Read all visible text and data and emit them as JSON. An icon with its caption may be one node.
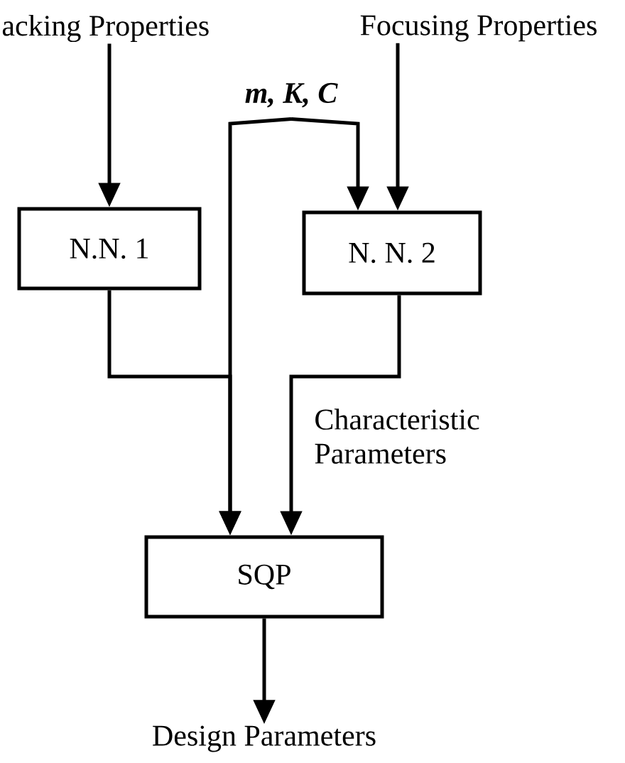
{
  "diagram": {
    "nodes": [
      {
        "text": [
          "acking Properties"
        ]
      },
      {
        "text": [
          "Focusing Properties"
        ]
      },
      {
        "text": [
          "m, K, C"
        ]
      },
      {
        "text": [
          "N.N. 1"
        ]
      },
      {
        "text": [
          "N. N. 2"
        ]
      },
      {
        "text": [
          "SQP"
        ]
      },
      {
        "text": [
          "Design Parameters"
        ]
      }
    ],
    "edges": [
      {
        "from": 0,
        "to": 3,
        "arrow": "to"
      },
      {
        "from": 2,
        "to": 4,
        "arrow": "to"
      },
      {
        "from": 1,
        "to": 4,
        "arrow": "to"
      },
      {
        "from": 2,
        "to": 5,
        "arrow": "to"
      },
      {
        "from": 3,
        "to": 5,
        "arrow": "to"
      },
      {
        "from": 4,
        "to": 5,
        "arrow": "to",
        "label": "Characteristic Parameters"
      },
      {
        "from": 5,
        "to": 6,
        "arrow": "to"
      }
    ]
  }
}
